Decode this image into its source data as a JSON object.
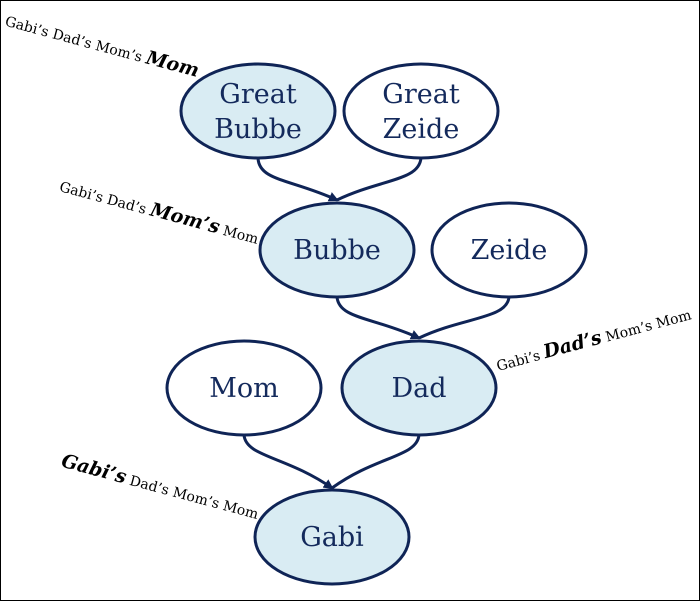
{
  "colors": {
    "node_stroke": "#0f2456",
    "node_fill_highlight": "#d9ecf3",
    "node_fill_plain": "#ffffff",
    "text": "#142a5c",
    "arrow": "#0f2456"
  },
  "nodes": {
    "great_bubbe": {
      "line1": "Great",
      "line2": "Bubbe",
      "highlighted": true
    },
    "great_zeide": {
      "line1": "Great",
      "line2": "Zeide",
      "highlighted": false
    },
    "bubbe": {
      "label": "Bubbe",
      "highlighted": true
    },
    "zeide": {
      "label": "Zeide",
      "highlighted": false
    },
    "mom": {
      "label": "Mom",
      "highlighted": false
    },
    "dad": {
      "label": "Dad",
      "highlighted": true
    },
    "gabi": {
      "label": "Gabi",
      "highlighted": true
    }
  },
  "annotations": {
    "great_bubbe": {
      "pre": "Gabi’s Dad’s Mom’s ",
      "em": "Mom",
      "post": ""
    },
    "bubbe": {
      "pre": "Gabi’s Dad’s ",
      "em": "Mom’s",
      "post": " Mom"
    },
    "dad": {
      "pre": "Gabi’s ",
      "em": "Dad’s",
      "post": " Mom’s Mom"
    },
    "gabi": {
      "pre": "",
      "em": "Gabi’s",
      "post": " Dad’s Mom’s Mom"
    }
  }
}
